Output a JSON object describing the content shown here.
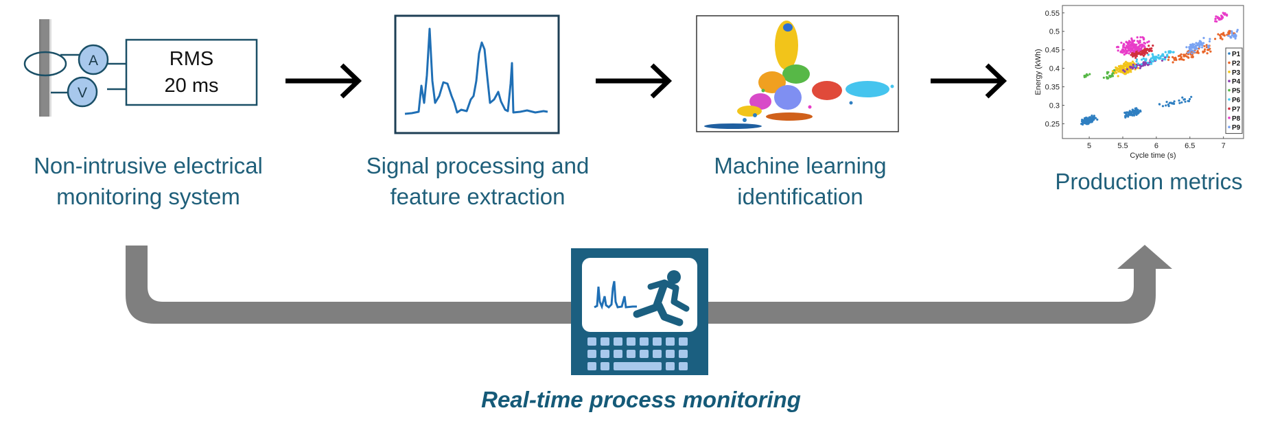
{
  "colors": {
    "label_text": "#1f5f7a",
    "footer_text": "#155a78",
    "signal_line": "#1f6fb5",
    "sensor_fill": "#a8c8ec",
    "flow_arrow": "#7f7f7f",
    "monitor_frame": "#1b5f80",
    "key_fill": "#a8c8ec"
  },
  "sensing": {
    "ammeter_symbol": "A",
    "voltmeter_symbol": "V",
    "rms_line1": "RMS",
    "rms_line2": "20 ms"
  },
  "stages": [
    {
      "line1": "Non-intrusive electrical",
      "line2": "monitoring system"
    },
    {
      "line1": "Signal processing and",
      "line2": "feature extraction"
    },
    {
      "line1": "Machine learning",
      "line2": "identification"
    },
    {
      "line1": "Production metrics",
      "line2": ""
    }
  ],
  "footer": {
    "label": "Real-time process monitoring"
  },
  "icons": [
    "right-arrow-icon",
    "signal-waveform-icon",
    "running-person-icon",
    "keyboard-icon",
    "feedback-loop-arrow-icon"
  ],
  "chart_data": {
    "type": "scatter",
    "xlabel": "Cycle time (s)",
    "ylabel": "Energy (kWh)",
    "xlim": [
      4.6,
      7.3
    ],
    "ylim": [
      0.21,
      0.57
    ],
    "xticks": [
      5,
      5.5,
      6,
      6.5,
      7
    ],
    "yticks": [
      0.25,
      0.3,
      0.35,
      0.4,
      0.45,
      0.5,
      0.55
    ],
    "legend_position": "right",
    "series": [
      {
        "name": "P1",
        "color": "#2f7fc1",
        "clusters": [
          [
            5.0,
            0.26,
            0.15,
            0.012,
            120
          ],
          [
            5.65,
            0.28,
            0.15,
            0.012,
            90
          ],
          [
            6.3,
            0.31,
            0.35,
            0.015,
            25
          ]
        ]
      },
      {
        "name": "P2",
        "color": "#e8662a",
        "clusters": [
          [
            6.5,
            0.44,
            0.45,
            0.02,
            70
          ],
          [
            7.05,
            0.49,
            0.2,
            0.015,
            25
          ]
        ]
      },
      {
        "name": "P3",
        "color": "#f2c41a",
        "clusters": [
          [
            5.55,
            0.4,
            0.22,
            0.02,
            180
          ]
        ]
      },
      {
        "name": "P4",
        "color": "#8a3fb0",
        "clusters": [
          [
            5.8,
            0.41,
            0.35,
            0.01,
            50
          ]
        ]
      },
      {
        "name": "P5",
        "color": "#57b847",
        "clusters": [
          [
            5.3,
            0.38,
            0.12,
            0.015,
            20
          ],
          [
            4.95,
            0.38,
            0.08,
            0.01,
            8
          ]
        ]
      },
      {
        "name": "P6",
        "color": "#43c6ee",
        "clusters": [
          [
            6.0,
            0.43,
            0.4,
            0.02,
            60
          ]
        ]
      },
      {
        "name": "P7",
        "color": "#d12f3f",
        "clusters": [
          [
            5.8,
            0.445,
            0.25,
            0.015,
            90
          ]
        ]
      },
      {
        "name": "P8",
        "color": "#e83cc8",
        "clusters": [
          [
            5.65,
            0.46,
            0.3,
            0.025,
            150
          ],
          [
            6.95,
            0.54,
            0.15,
            0.02,
            25
          ]
        ]
      },
      {
        "name": "P9",
        "color": "#7aa3f2",
        "clusters": [
          [
            6.6,
            0.46,
            0.25,
            0.02,
            60
          ],
          [
            7.15,
            0.49,
            0.12,
            0.015,
            20
          ]
        ]
      }
    ]
  }
}
